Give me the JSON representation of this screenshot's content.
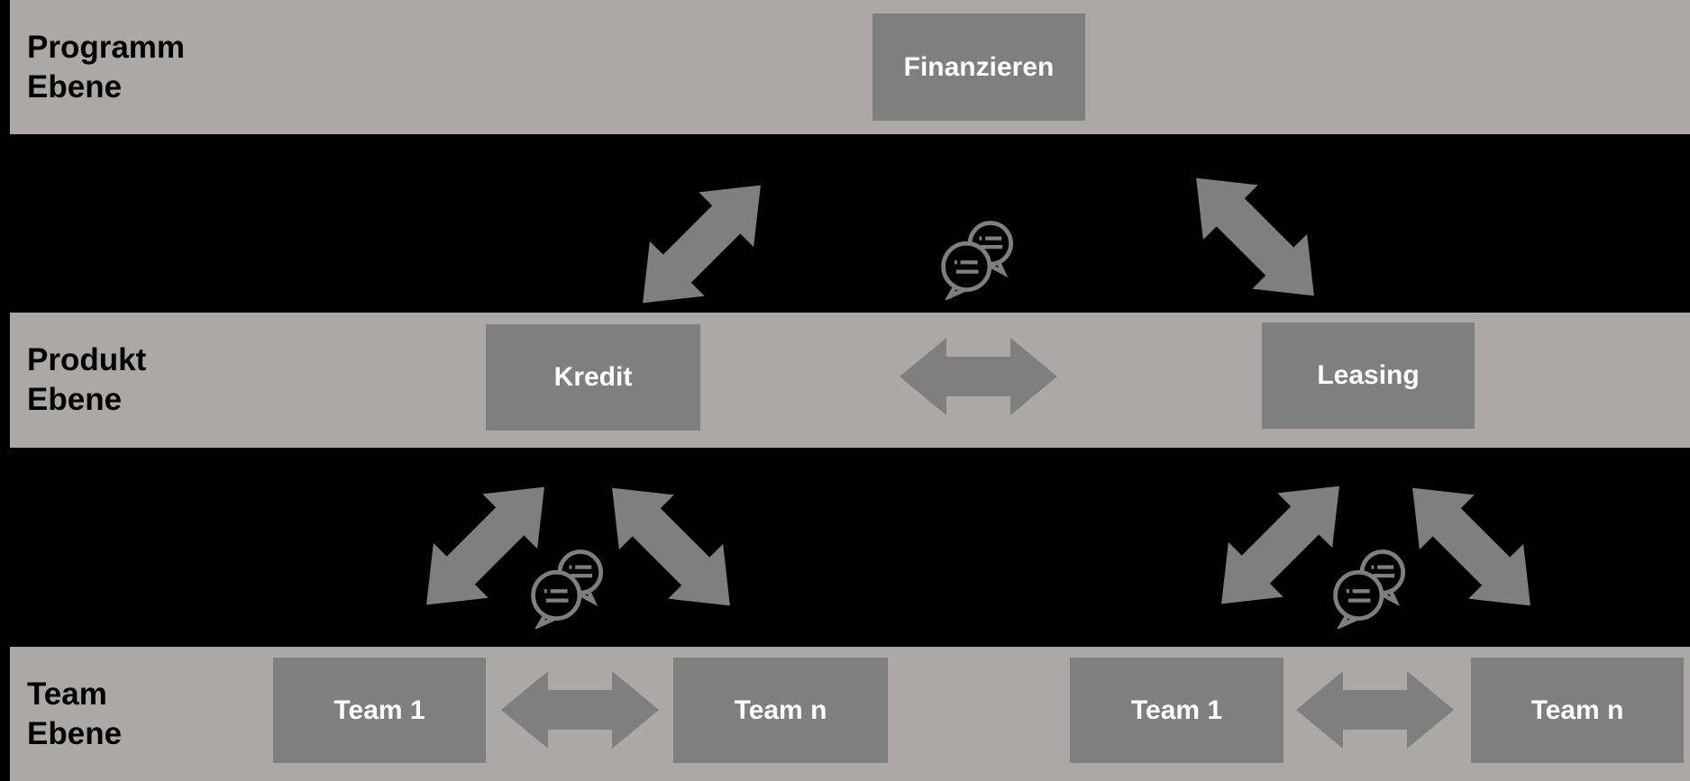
{
  "colors": {
    "background": "#000000",
    "band": "#aca8a7",
    "box": "#7f7f7f",
    "box_text": "#ffffff",
    "label_text": "#000000",
    "arrow": "#7f7f7f",
    "icon": "#7f7f7f"
  },
  "levels": {
    "programm": {
      "label_lines": [
        "Programm",
        "Ebene"
      ]
    },
    "produkt": {
      "label_lines": [
        "Produkt",
        "Ebene"
      ]
    },
    "team": {
      "label_lines": [
        "Team",
        "Ebene"
      ]
    }
  },
  "boxes": {
    "finanzieren": "Finanzieren",
    "kredit": "Kredit",
    "leasing": "Leasing",
    "team_left_1": "Team 1",
    "team_left_n": "Team n",
    "team_right_1": "Team 1",
    "team_right_n": "Team n"
  },
  "icons": {
    "communication": "chat-bubbles-icon",
    "bidirectional_link": "double-arrow-icon"
  }
}
